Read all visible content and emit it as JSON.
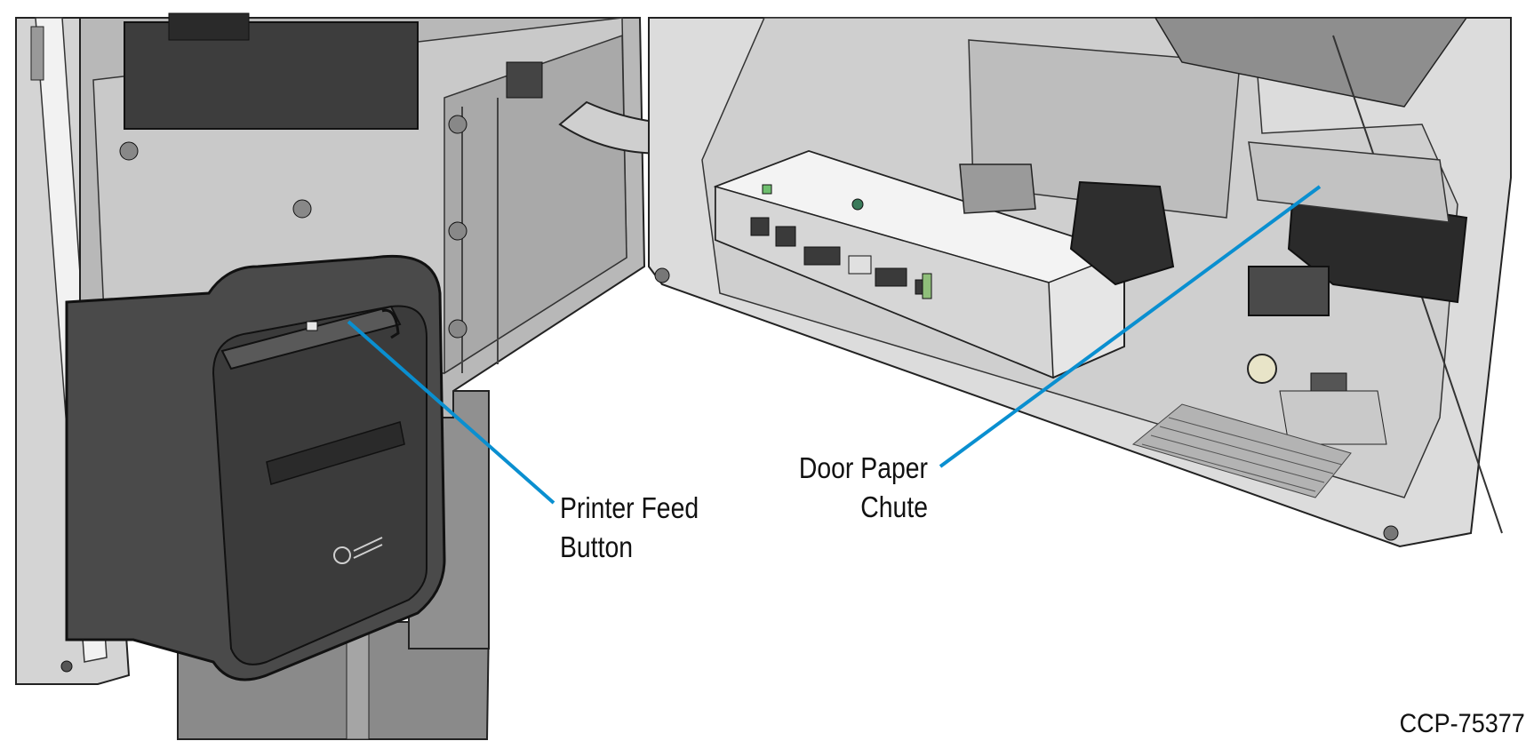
{
  "callouts": {
    "printer_feed_button": {
      "line1": "Printer Feed",
      "line2": "Button"
    },
    "door_paper_chute": {
      "line1": "Door Paper",
      "line2": "Chute"
    }
  },
  "figure_id": "CCP-75377",
  "colors": {
    "leader_line": "#0a8fd0",
    "printer_body": "#4a4a4a",
    "chassis": "#bdbdbd",
    "panel": "#d9d9d9"
  }
}
